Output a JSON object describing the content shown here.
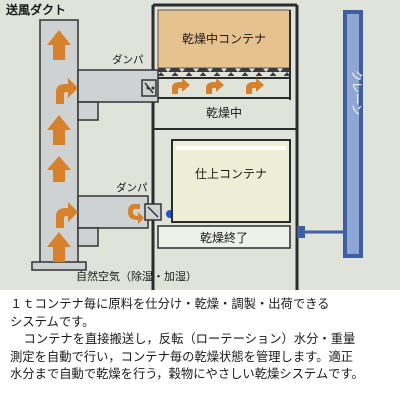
{
  "labels": {
    "duct": "送風ダクト",
    "damper_top": "ダンパ",
    "damper_bottom": "ダンパ",
    "drying_container": "乾燥中コンテナ",
    "drying": "乾燥中",
    "finishing_container": "仕上コンテナ",
    "drying_done": "乾燥終了",
    "crane": "クレーン",
    "natural_air": "自然空気（除湿・加湿）"
  },
  "caption": {
    "lines": [
      "１ｔコンテナ毎に原料を仕分け・乾燥・調製・出荷できる",
      "システムです。",
      "コンテナを直接搬送し，反転（ローテーション）水分・重量",
      "測定を自動で行い，コンテナ毎の乾燥状態を管理します。適正",
      "水分まで自動で乾燥を行う，穀物にやさしい乾燥システムです。"
    ]
  },
  "colors": {
    "duct": "#ced2d2",
    "arrow": "#d7812b",
    "drying_fill": "#e6c28f",
    "finishing_fill": "#ecefd6",
    "crane": "#3f5fa4",
    "frame": "#2c2c2c"
  }
}
